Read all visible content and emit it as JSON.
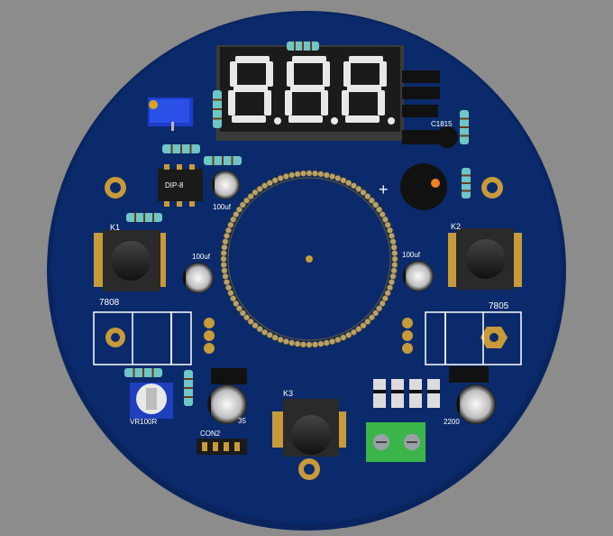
{
  "scene": "3D render of a round blue PCB",
  "display": {
    "digits": "8.8.8."
  },
  "labels": {
    "k1": "K1",
    "k2": "K2",
    "k3": "K3",
    "cap_left": "100uf",
    "cap_mid_left": "100uf",
    "cap_right": "100uf",
    "reg_left": "7808",
    "reg_right": "7805",
    "ic": "DIP-8",
    "transistor": "C1815",
    "pot": "VR100R",
    "conn": "CON2",
    "cap_bottom_left": "35",
    "cap_bottom_right": "2200",
    "plus": "+"
  },
  "colors": {
    "board": "#0b2a6b",
    "board_edge": "#0a2460",
    "pad": "#c79a3a",
    "silk": "#ffffff",
    "terminal": "#3bb54a",
    "pot_blue": "#1f3fbf"
  }
}
